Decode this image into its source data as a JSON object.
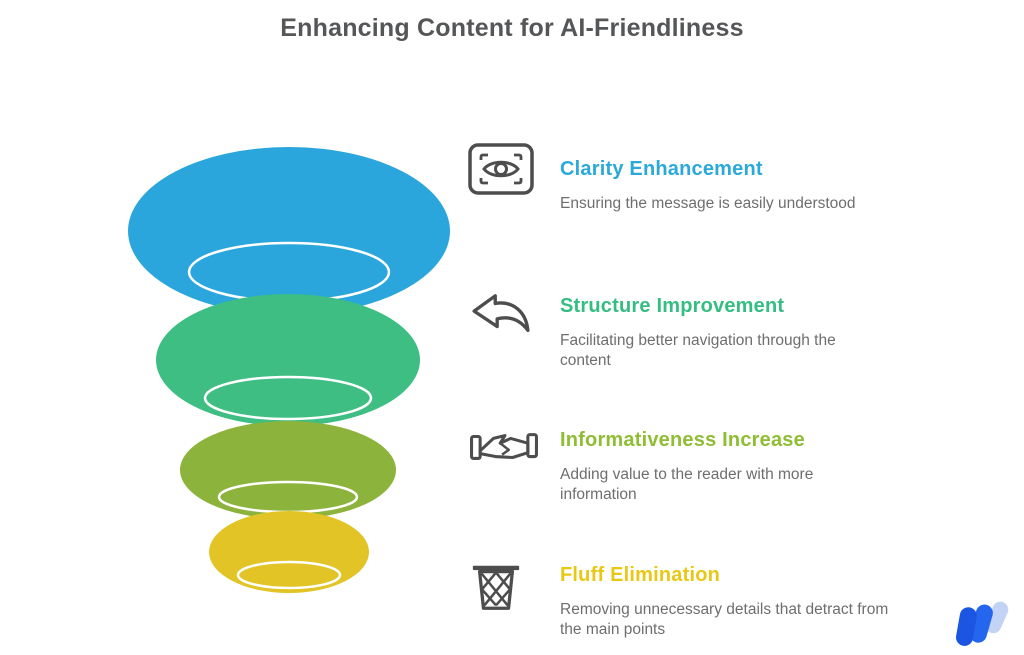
{
  "title": "Enhancing Content for AI-Friendliness",
  "items": [
    {
      "icon": "eye-scan-icon",
      "title": "Clarity Enhancement",
      "description": "Ensuring the message is easily understood",
      "color": "#2BA9D9"
    },
    {
      "icon": "curved-arrow-icon",
      "title": "Structure Improvement",
      "description": "Facilitating better navigation through the content",
      "color": "#35BD82"
    },
    {
      "icon": "handshake-icon",
      "title": "Informativeness Increase",
      "description": "Adding value to the reader with more information",
      "color": "#8FBD33"
    },
    {
      "icon": "trash-basket-icon",
      "title": "Fluff Elimination",
      "description": "Removing unnecessary details that detract from the main points",
      "color": "#E9C815"
    }
  ],
  "funnel": {
    "type": "inverted-funnel",
    "levels": [
      {
        "name": "Clarity Enhancement",
        "color": "#2BA6DC"
      },
      {
        "name": "Structure Improvement",
        "color": "#3EBE82"
      },
      {
        "name": "Informativeness Increase",
        "color": "#8CB33B"
      },
      {
        "name": "Fluff Elimination",
        "color": "#E2C426"
      }
    ],
    "ring_color": "#FFFFFF"
  },
  "logo": {
    "name": "w-logo",
    "colors": [
      "#1C55E2",
      "#2566EE",
      "#C3D3F6"
    ]
  }
}
